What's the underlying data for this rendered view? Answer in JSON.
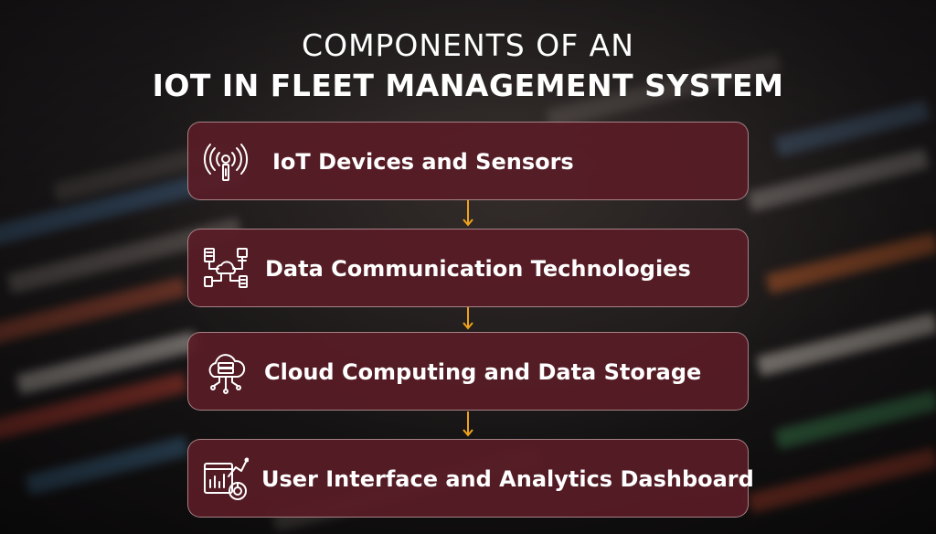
{
  "title": {
    "line1": "COMPONENTS OF AN",
    "line2": "IOT IN FLEET MANAGEMENT SYSTEM"
  },
  "steps": [
    {
      "label": "IoT Devices and Sensors",
      "icon": "antenna-signal-icon"
    },
    {
      "label": "Data Communication Technologies",
      "icon": "network-cloud-icon"
    },
    {
      "label": "Cloud Computing and Data Storage",
      "icon": "cloud-server-icon"
    },
    {
      "label": "User Interface and Analytics Dashboard",
      "icon": "analytics-dashboard-icon"
    }
  ],
  "colors": {
    "box_fill": "#581c26",
    "connector": "#f0a31c",
    "text": "#ffffff"
  }
}
